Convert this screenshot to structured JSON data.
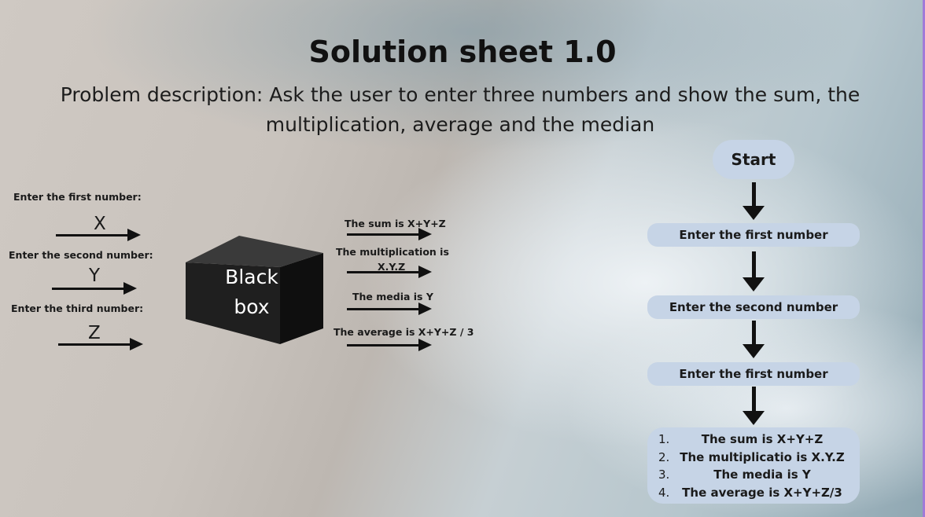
{
  "title": "Solution sheet 1.0",
  "description": "Problem description: Ask the user to enter three numbers and show the sum, the multiplication, average and the median",
  "inputs": [
    {
      "label": "Enter the first number:",
      "var": "X"
    },
    {
      "label": "Enter the second number:",
      "var": "Y"
    },
    {
      "label": "Enter the third number:",
      "var": "Z"
    }
  ],
  "black_box": {
    "line1": "Black",
    "line2": "box"
  },
  "outputs": {
    "sum": "The sum is X+Y+Z",
    "mult_line1": "The multiplication is",
    "mult_line2": "X.Y.Z",
    "media": "The media is Y",
    "average": "The average is X+Y+Z / 3"
  },
  "flowchart": {
    "start": "Start",
    "steps": [
      "Enter the first number",
      "Enter the second number",
      "Enter the first number"
    ],
    "results": [
      {
        "num": "1.",
        "text": "The sum is X+Y+Z"
      },
      {
        "num": "2.",
        "text": "The multiplicatio is X.Y.Z"
      },
      {
        "num": "3.",
        "text": "The media is Y"
      },
      {
        "num": "4.",
        "text": "The average is X+Y+Z/3"
      }
    ]
  },
  "colors": {
    "pill": "#c6d4e6",
    "arrow": "#111111",
    "accent_edge": "#a27ad8"
  }
}
